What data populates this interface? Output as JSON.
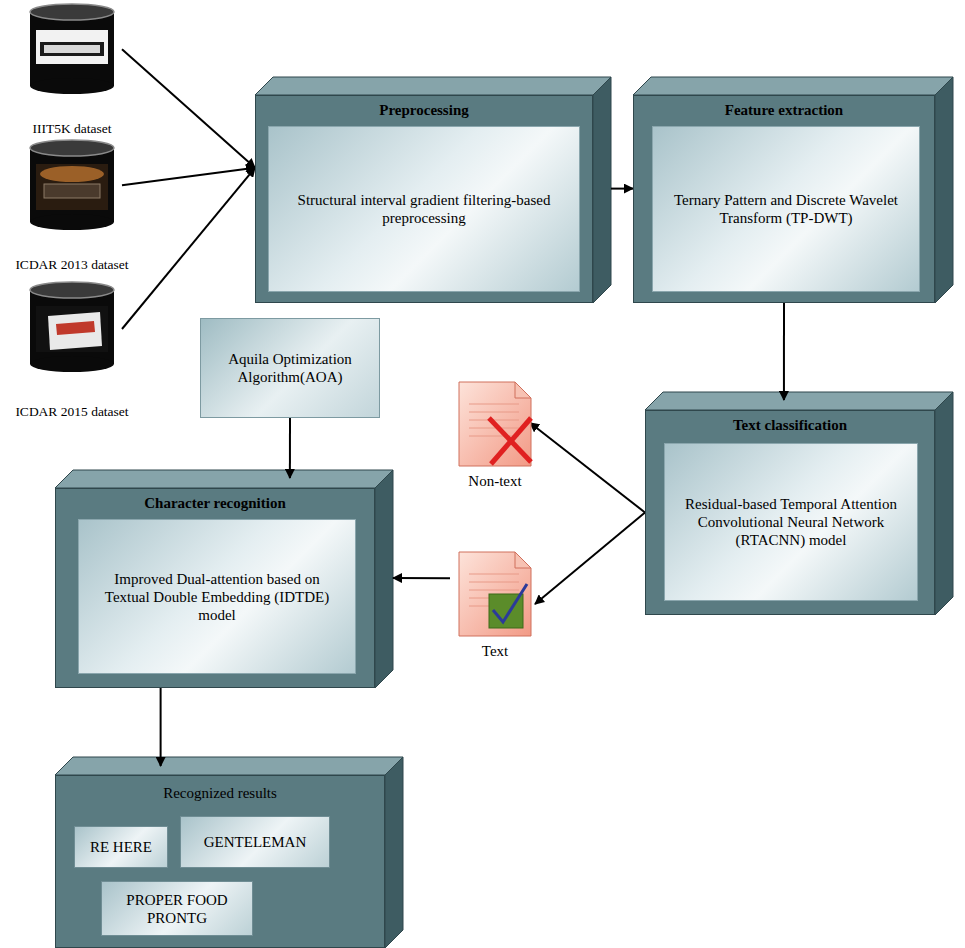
{
  "diagram": {
    "nodes": [
      {
        "text": [
          "IIIT5K dataset"
        ]
      },
      {
        "text": [
          "ICDAR 2013 dataset"
        ]
      },
      {
        "text": [
          "ICDAR 2015 dataset"
        ]
      },
      {
        "text": [
          "Preprocessing"
        ]
      },
      {
        "text": [
          "Structural interval gradient filtering-based preprocessing"
        ],
        "in": 3
      },
      {
        "text": [
          "Feature extraction"
        ]
      },
      {
        "text": [
          "Ternary Pattern and Discrete Wavelet Transform (TP-DWT)"
        ],
        "in": 5
      },
      {
        "text": [
          "Aquila Optimization Algorithm(AOA)"
        ]
      },
      {
        "text": [
          "Non-text"
        ]
      },
      {
        "text": [
          "Text classification"
        ]
      },
      {
        "text": [
          "Residual-based Temporal Attention Convolutional Neural Network (RTACNN) model"
        ],
        "in": 9
      },
      {
        "text": [
          "Text"
        ]
      },
      {
        "text": [
          "Character recognition"
        ]
      },
      {
        "text": [
          "Improved Dual-attention based on Textual Double Embedding (IDTDE) model"
        ],
        "in": 12
      },
      {
        "text": [
          "Recognized results"
        ]
      },
      {
        "text": [
          "RE HERE"
        ],
        "in": 14
      },
      {
        "text": [
          "GENTELEMAN"
        ],
        "in": 14
      },
      {
        "text": [
          "PROPER FOOD PRONTG"
        ],
        "in": 14
      }
    ],
    "edges": [
      {
        "from": 0,
        "to": 3,
        "arrow": "to"
      },
      {
        "from": 1,
        "to": 3,
        "arrow": "to"
      },
      {
        "from": 2,
        "to": 3,
        "arrow": "to"
      },
      {
        "from": 3,
        "to": 5,
        "arrow": "to"
      },
      {
        "from": 5,
        "to": 9,
        "arrow": "to"
      },
      {
        "from": 9,
        "to": 8,
        "arrow": "to"
      },
      {
        "from": 9,
        "to": 11,
        "arrow": "to"
      },
      {
        "from": 11,
        "to": 12,
        "arrow": "to"
      },
      {
        "from": 7,
        "to": 12,
        "arrow": "to"
      },
      {
        "from": 12,
        "to": 14,
        "arrow": "to"
      }
    ]
  }
}
